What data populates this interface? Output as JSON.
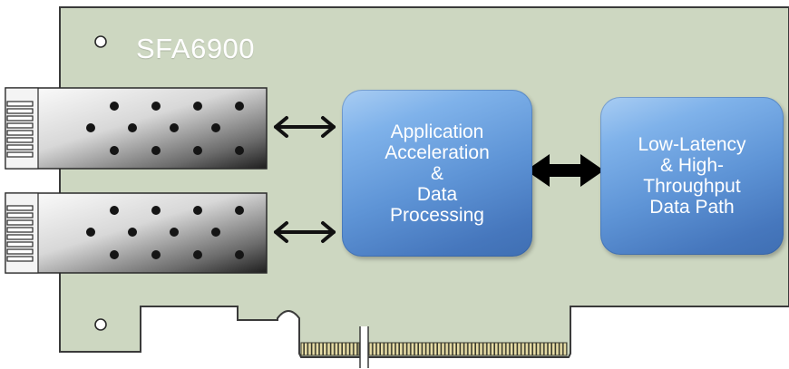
{
  "board": {
    "model": "SFA6900",
    "colors": {
      "pcb": "#cdd7c1",
      "outline": "#3a3a3a",
      "block_accent": "#5e94d6",
      "connector": "#e9dfae"
    }
  },
  "blocks": {
    "application": {
      "lines": [
        "Application",
        "Acceleration",
        "&",
        "Data",
        "Processing"
      ]
    },
    "datapath": {
      "lines": [
        "Low-Latency",
        "& High-",
        "Throughput",
        "Data Path"
      ]
    }
  },
  "ports": [
    {
      "label": ""
    },
    {
      "label": ""
    }
  ]
}
